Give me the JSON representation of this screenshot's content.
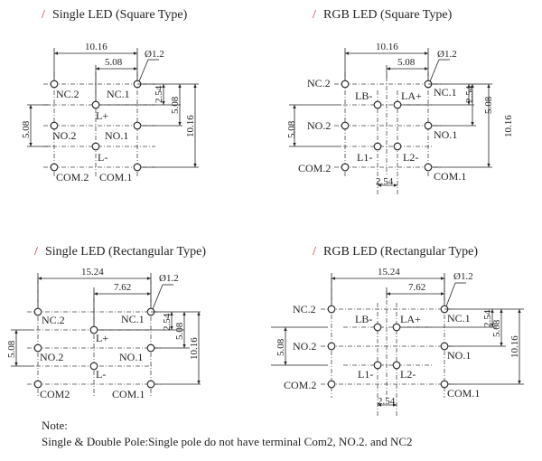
{
  "panels": {
    "single_square": {
      "title_slash": "/",
      "title": "Single LED (Square Type)",
      "dim_width": "10.16",
      "dim_half": "5.08",
      "dim_hole": "Ø1.2",
      "dim_v_pitch": "2.54",
      "dim_v_half": "5.08",
      "dim_v_full": "10.16",
      "dim_left": "5.08",
      "pin_nc1": "NC.1",
      "pin_nc2": "NC.2",
      "pin_no1": "NO.1",
      "pin_no2": "NO.2",
      "pin_com1": "COM.1",
      "pin_com2": "COM.2",
      "pin_lplus": "L+",
      "pin_lminus": "L-"
    },
    "rgb_square": {
      "title_slash": "/",
      "title": "RGB LED (Square Type)",
      "dim_width": "10.16",
      "dim_half": "5.08",
      "dim_hole": "Ø1.2",
      "dim_v_pitch": "2.54",
      "dim_v_half": "5.08",
      "dim_v_full": "10.16",
      "dim_left": "5.08",
      "dim_bottom": "2.54",
      "pin_nc1": "NC.1",
      "pin_nc2": "NC.2",
      "pin_no1": "NO.1",
      "pin_no2": "NO.2",
      "pin_com1": "COM.1",
      "pin_com2": "COM.2",
      "pin_lb": "LB-",
      "pin_la": "LA+",
      "pin_l1": "L1-",
      "pin_l2": "L2-"
    },
    "single_rect": {
      "title_slash": "/",
      "title": "Single LED (Rectangular Type)",
      "dim_width": "15.24",
      "dim_half": "7.62",
      "dim_hole": "Ø1.2",
      "dim_v_pitch": "2.54",
      "dim_v_half": "5.08",
      "dim_v_full": "10.16",
      "dim_left": "5.08",
      "pin_nc1": "NC.1",
      "pin_nc2": "NC.2",
      "pin_no1": "NO.1",
      "pin_no2": "NO.2",
      "pin_com1": "COM.1",
      "pin_com2": "COM2",
      "pin_lplus": "L+",
      "pin_lminus": "L-"
    },
    "rgb_rect": {
      "title_slash": "/",
      "title": "RGB LED (Rectangular  Type)",
      "dim_width": "15.24",
      "dim_half": "7.62",
      "dim_hole": "Ø1.2",
      "dim_v_pitch": "2.54",
      "dim_v_half": "5.08",
      "dim_v_full": "10.16",
      "dim_left": "5.08",
      "dim_bottom": "2.54",
      "pin_nc1": "NC.1",
      "pin_nc2": "NC.2",
      "pin_no1": "NO.1",
      "pin_no2": "NO.2",
      "pin_com1": "COM.1",
      "pin_com2": "COM.2",
      "pin_lb": "LB-",
      "pin_la": "LA+",
      "pin_l1": "L1-",
      "pin_l2": "L2-"
    }
  },
  "note": {
    "heading": "Note:",
    "text": "Single & Double Pole:Single pole do not have terminal Com2, NO.2. and NC2"
  },
  "colors": {
    "accent": "#cc2a2a",
    "line": "#222222"
  }
}
